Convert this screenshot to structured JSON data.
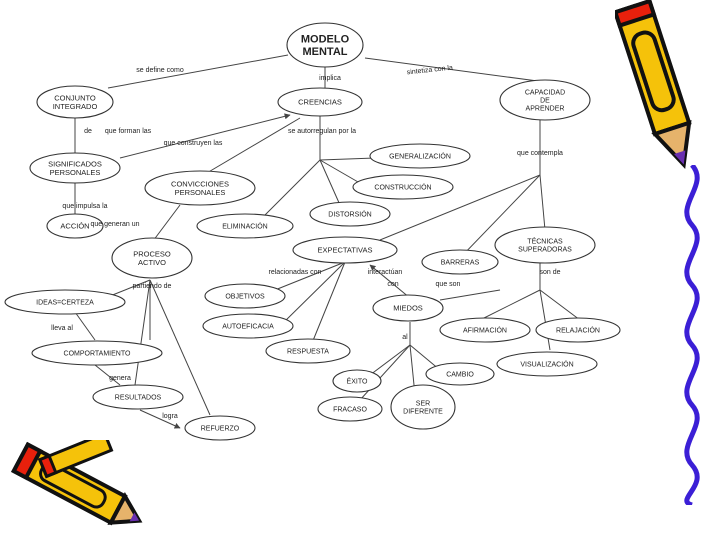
{
  "diagram": {
    "nodes": [
      {
        "id": "modelo",
        "lines": [
          "MODELO",
          "MENTAL"
        ]
      },
      {
        "id": "conjunto",
        "lines": [
          "CONJUNTO",
          "INTEGRADO"
        ]
      },
      {
        "id": "creencias",
        "lines": [
          "CREENCIAS"
        ]
      },
      {
        "id": "capacidad",
        "lines": [
          "CAPACIDAD",
          "DE",
          "APRENDER"
        ]
      },
      {
        "id": "significados",
        "lines": [
          "SIGNIFICADOS",
          "PERSONALES"
        ]
      },
      {
        "id": "convicciones",
        "lines": [
          "CONVICCIONES",
          "PERSONALES"
        ]
      },
      {
        "id": "generalizacion",
        "lines": [
          "GENERALIZACIÓN"
        ]
      },
      {
        "id": "construccion",
        "lines": [
          "CONSTRUCCIÓN"
        ]
      },
      {
        "id": "distorsion",
        "lines": [
          "DISTORSIÓN"
        ]
      },
      {
        "id": "eliminacion",
        "lines": [
          "ELIMINACIÓN"
        ]
      },
      {
        "id": "accion",
        "lines": [
          "ACCIÓN"
        ]
      },
      {
        "id": "proceso",
        "lines": [
          "PROCESO",
          "ACTIVO"
        ]
      },
      {
        "id": "expectativas",
        "lines": [
          "EXPECTATIVAS"
        ]
      },
      {
        "id": "tecnicas",
        "lines": [
          "TÉCNICAS",
          "SUPERADORAS"
        ]
      },
      {
        "id": "barreras",
        "lines": [
          "BARRERAS"
        ]
      },
      {
        "id": "ideas",
        "lines": [
          "IDEAS=CERTEZA"
        ]
      },
      {
        "id": "objetivos",
        "lines": [
          "OBJETIVOS"
        ]
      },
      {
        "id": "autoeficacia",
        "lines": [
          "AUTOEFICACIA"
        ]
      },
      {
        "id": "miedos",
        "lines": [
          "MIEDOS"
        ]
      },
      {
        "id": "afirmacion",
        "lines": [
          "AFIRMACIÓN"
        ]
      },
      {
        "id": "relajacion",
        "lines": [
          "RELAJACIÓN"
        ]
      },
      {
        "id": "comportamiento",
        "lines": [
          "COMPORTAMIENTO"
        ]
      },
      {
        "id": "respuesta",
        "lines": [
          "RESPUESTA"
        ]
      },
      {
        "id": "visualizacion",
        "lines": [
          "VISUALIZACIÓN"
        ]
      },
      {
        "id": "exito",
        "lines": [
          "ÉXITO"
        ]
      },
      {
        "id": "cambio",
        "lines": [
          "CAMBIO"
        ]
      },
      {
        "id": "resultados",
        "lines": [
          "RESULTADOS"
        ]
      },
      {
        "id": "fracaso",
        "lines": [
          "FRACASO"
        ]
      },
      {
        "id": "ser_diferente",
        "lines": [
          "SER",
          "DIFERENTE"
        ]
      },
      {
        "id": "refuerzo",
        "lines": [
          "REFUERZO"
        ]
      }
    ],
    "edge_labels": [
      {
        "id": "se_define",
        "text": "se define como"
      },
      {
        "id": "implica",
        "text": "implica"
      },
      {
        "id": "sintetiza",
        "text": "sintetiza con la"
      },
      {
        "id": "de",
        "text": "de"
      },
      {
        "id": "que_forman",
        "text": "que forman las"
      },
      {
        "id": "que_construyen",
        "text": "que construyen las"
      },
      {
        "id": "se_autorregulan",
        "text": "se autorregulan por la"
      },
      {
        "id": "que_contempla",
        "text": "que contempla"
      },
      {
        "id": "que_impulsa",
        "text": "que impulsa la"
      },
      {
        "id": "que_generan",
        "text": "que generan un"
      },
      {
        "id": "partiendo",
        "text": "partiendo de"
      },
      {
        "id": "relacionadas",
        "text": "relacionadas con"
      },
      {
        "id": "interactuan",
        "text": "interactúan"
      },
      {
        "id": "con",
        "text": "con"
      },
      {
        "id": "que_son",
        "text": "que son"
      },
      {
        "id": "son_de",
        "text": "son de"
      },
      {
        "id": "lleva_al",
        "text": "lleva al"
      },
      {
        "id": "al",
        "text": "al"
      },
      {
        "id": "genera",
        "text": "genera"
      },
      {
        "id": "logra",
        "text": "logra"
      }
    ]
  },
  "decorations": [
    {
      "id": "pencil-top-right",
      "icon": "pencil-icon"
    },
    {
      "id": "pencil-bottom-left",
      "icon": "pencil-icon"
    },
    {
      "id": "wavy-border-right",
      "icon": "wavy-line"
    }
  ],
  "colors": {
    "pencil_body": "#f5c20a",
    "pencil_stripe": "#e8200c",
    "pencil_outline": "#111111",
    "wavy": "#3b1fd6",
    "tip": "#6a2fb0"
  }
}
